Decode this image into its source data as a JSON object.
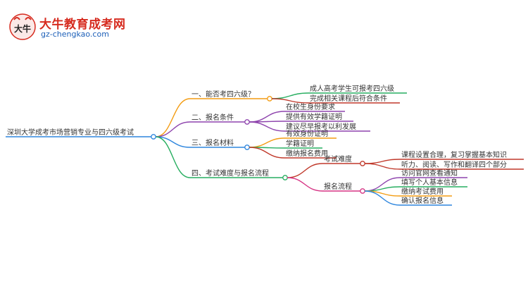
{
  "logo": {
    "title": "大牛教育成考网",
    "url": "gz-chengkao.com",
    "mark_text": "大牛"
  },
  "mindmap": {
    "root": "深圳大学成考市场营销专业与四六级考试",
    "branches": [
      {
        "label": "一、能否考四六级？",
        "color": "#f39c12",
        "children": [
          {
            "label": "成人高考学生可报考四六级",
            "color": "#27ae60"
          },
          {
            "label": "完成相关课程后符合条件",
            "color": "#c0392b"
          }
        ]
      },
      {
        "label": "二、报名条件",
        "color": "#8e44ad",
        "children": [
          {
            "label": "在校生身份要求",
            "color": "#8e44ad"
          },
          {
            "label": "提供有效学籍证明",
            "color": "#8e44ad"
          },
          {
            "label": "建议尽早报考以利发展",
            "color": "#8e44ad"
          }
        ]
      },
      {
        "label": "三、报名材料",
        "color": "#2e86de",
        "children": [
          {
            "label": "有效身份证明",
            "color": "#f39c12"
          },
          {
            "label": "学籍证明",
            "color": "#27ae60"
          },
          {
            "label": "缴纳报名费用",
            "color": "#c0392b"
          }
        ]
      },
      {
        "label": "四、考试难度与报名流程",
        "color": "#27ae60",
        "children": [
          {
            "label": "考试难度",
            "color": "#c0392b",
            "children": [
              {
                "label": "课程设置合理，复习掌握基本知识",
                "color": "#c0392b"
              },
              {
                "label": "听力、阅读、写作和翻译四个部分",
                "color": "#c0392b"
              }
            ]
          },
          {
            "label": "报名流程",
            "color": "#d63384",
            "children": [
              {
                "label": "访问官网查看通知",
                "color": "#8e44ad"
              },
              {
                "label": "填写个人基本信息",
                "color": "#27ae60"
              },
              {
                "label": "缴纳考试费用",
                "color": "#f39c12"
              },
              {
                "label": "确认报名信息",
                "color": "#2e86de"
              }
            ]
          }
        ]
      }
    ]
  }
}
